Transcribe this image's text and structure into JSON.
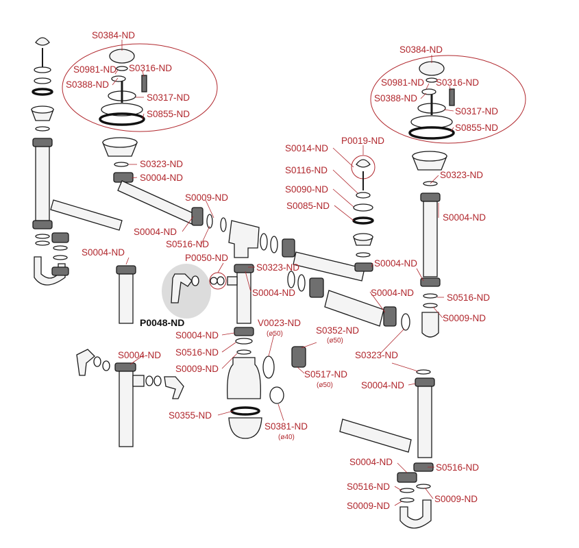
{
  "part_codes": {
    "s0384_left": "S0384-ND",
    "s0981_left": "S0981-ND",
    "s0316_left": "S0316-ND",
    "s0388_left": "S0388-ND",
    "s0317_left": "S0317-ND",
    "s0855_left": "S0855-ND",
    "s0384_right": "S0384-ND",
    "s0981_right": "S0981-ND",
    "s0316_right": "S0316-ND",
    "s0388_right": "S0388-ND",
    "s0317_right": "S0317-ND",
    "s0855_right": "S0855-ND",
    "s0323_a": "S0323-ND",
    "s0004_a": "S0004-ND",
    "s0009_a": "S0009-ND",
    "s0004_b": "S0004-ND",
    "s0516_a": "S0516-ND",
    "s0014": "S0014-ND",
    "p0019": "P0019-ND",
    "s0116": "S0116-ND",
    "s0090": "S0090-ND",
    "s0085": "S0085-ND",
    "s0323_b": "S0323-ND",
    "s0004_c": "S0004-ND",
    "s0004_d": "S0004-ND",
    "p0050": "P0050-ND",
    "s0323_c": "S0323-ND",
    "s0004_e": "S0004-ND",
    "s0004_f": "S0004-ND",
    "s0004_g": "S0004-ND",
    "s0516_b": "S0516-ND",
    "s0009_b": "S0009-ND",
    "p0048": "P0048-ND",
    "s0004_h": "S0004-ND",
    "v0023": "V0023-ND",
    "s0352": "S0352-ND",
    "s0516_c": "S0516-ND",
    "s0009_c": "S0009-ND",
    "s0517": "S0517-ND",
    "s0323_d": "S0323-ND",
    "s0004_i": "S0004-ND",
    "s0004_j": "S0004-ND",
    "s0355": "S0355-ND",
    "s0381": "S0381-ND",
    "s0004_k": "S0004-ND",
    "s0516_d": "S0516-ND",
    "s0516_e": "S0516-ND",
    "s0009_d": "S0009-ND",
    "s0009_e": "S0009-ND"
  },
  "size_notes": {
    "v0023": "(ø50)",
    "s0352": "(ø50)",
    "s0517": "(ø50)",
    "s0381": "(ø40)"
  }
}
